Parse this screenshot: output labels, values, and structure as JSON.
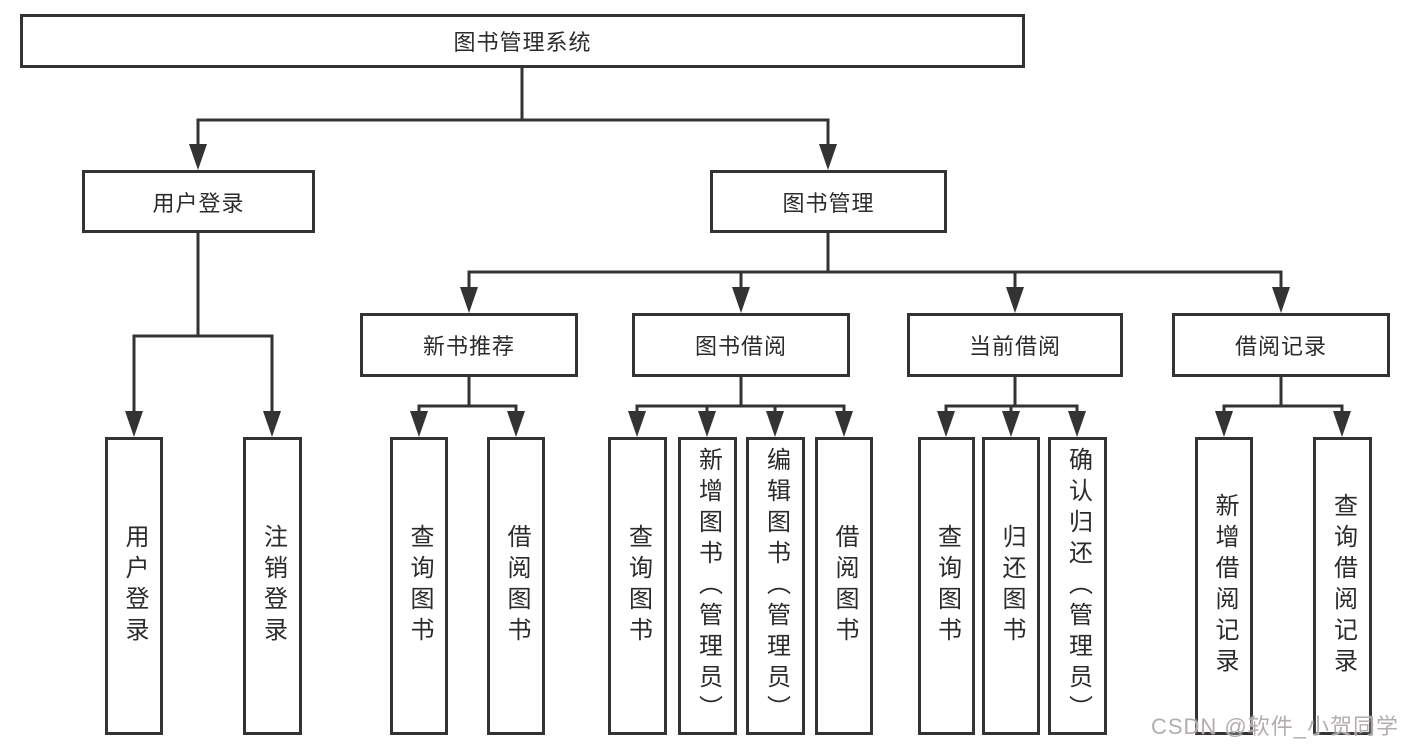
{
  "tree": {
    "root": {
      "label": "图书管理系统",
      "children": [
        {
          "label": "用户登录",
          "children": [
            {
              "label": "用户登录"
            },
            {
              "label": "注销登录"
            }
          ]
        },
        {
          "label": "图书管理",
          "children": [
            {
              "label": "新书推荐",
              "children": [
                {
                  "label": "查询图书"
                },
                {
                  "label": "借阅图书"
                }
              ]
            },
            {
              "label": "图书借阅",
              "children": [
                {
                  "label": "查询图书"
                },
                {
                  "label": "新增图书（管理员）"
                },
                {
                  "label": "编辑图书（管理员）"
                },
                {
                  "label": "借阅图书"
                }
              ]
            },
            {
              "label": "当前借阅",
              "children": [
                {
                  "label": "查询图书"
                },
                {
                  "label": "归还图书"
                },
                {
                  "label": "确认归还（管理员）"
                }
              ]
            },
            {
              "label": "借阅记录",
              "children": [
                {
                  "label": "新增借阅记录"
                },
                {
                  "label": "查询借阅记录"
                }
              ]
            }
          ]
        }
      ]
    }
  },
  "watermark": {
    "text": "CSDN @软件_小贺同学"
  },
  "colors": {
    "line": "#333333",
    "box_fill": "#ffffff",
    "text": "#2b2b2b",
    "watermark": "#b3adad",
    "background": "#ffffff"
  }
}
